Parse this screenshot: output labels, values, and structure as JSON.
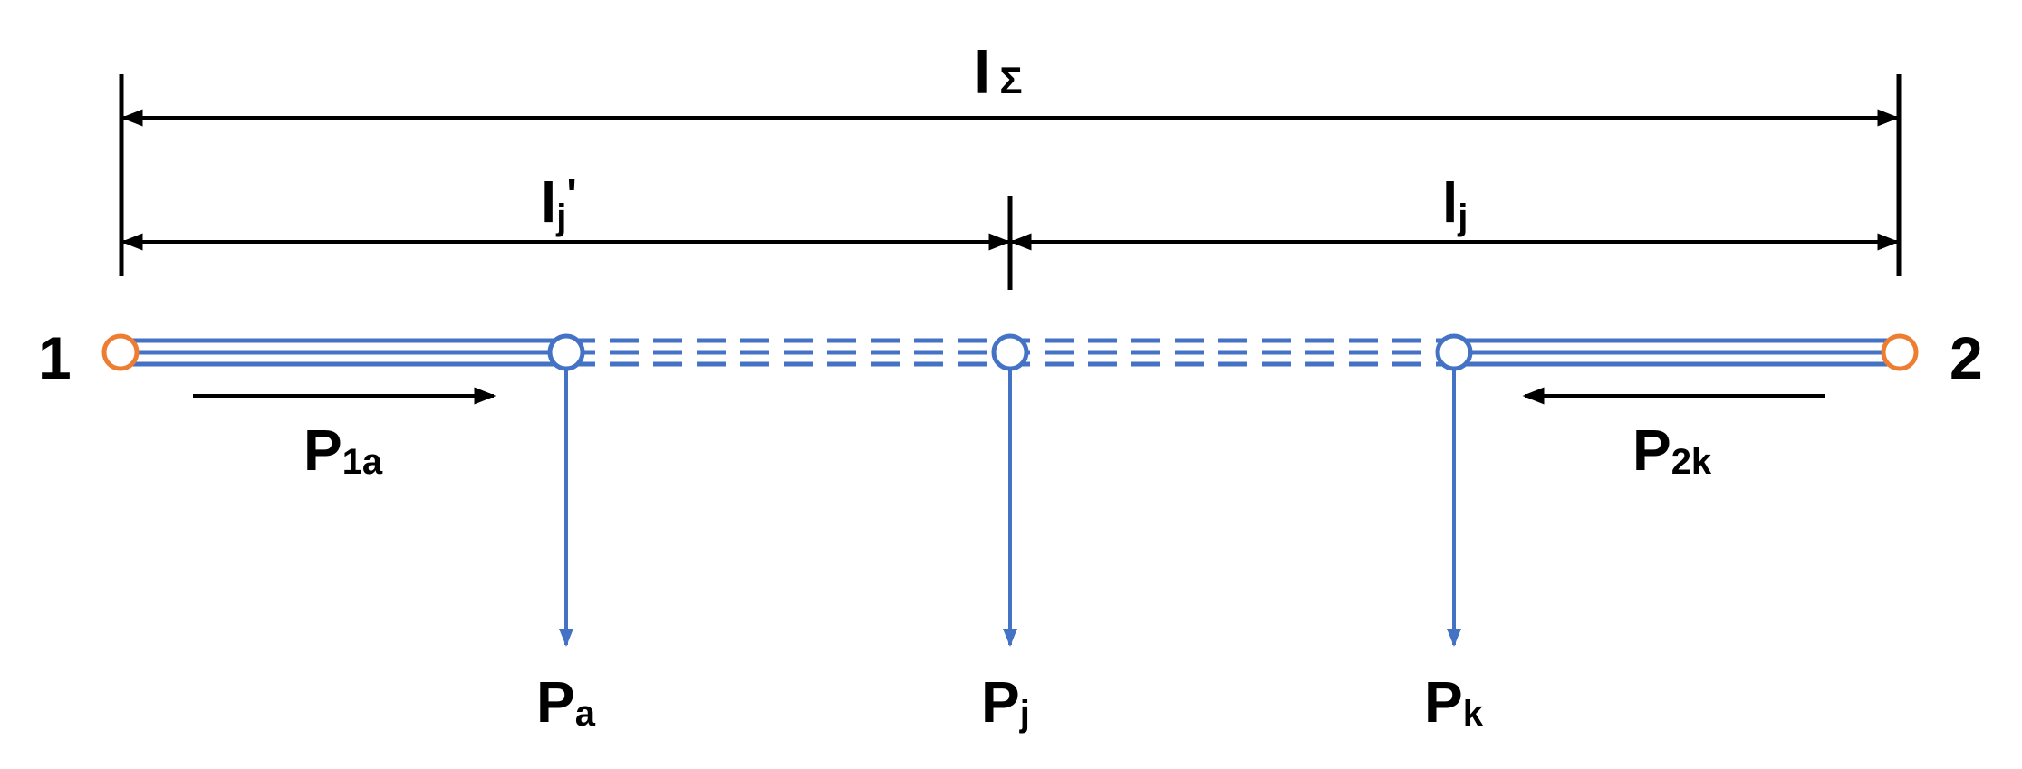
{
  "colors": {
    "line": "#4472c4",
    "terminal": "#ed7d31",
    "dimension": "#000000"
  },
  "labels": {
    "total_length": {
      "main": "l",
      "sub": "Σ"
    },
    "left_length": {
      "main": "l",
      "sub": "j",
      "prime": "'"
    },
    "right_length": {
      "main": "l",
      "sub": "j"
    },
    "node_left": "1",
    "node_right": "2",
    "flow_left": {
      "main": "P",
      "sub": "1a"
    },
    "flow_right": {
      "main": "P",
      "sub": "2k"
    },
    "load_a": {
      "main": "P",
      "sub": "a"
    },
    "load_j": {
      "main": "P",
      "sub": "j"
    },
    "load_k": {
      "main": "P",
      "sub": "k"
    }
  },
  "icons": {
    "terminal_node": "hollow-circle",
    "load_node": "hollow-circle",
    "load_arrow": "arrow-down",
    "flow_arrow_left": "arrow-right",
    "flow_arrow_right": "arrow-left"
  }
}
